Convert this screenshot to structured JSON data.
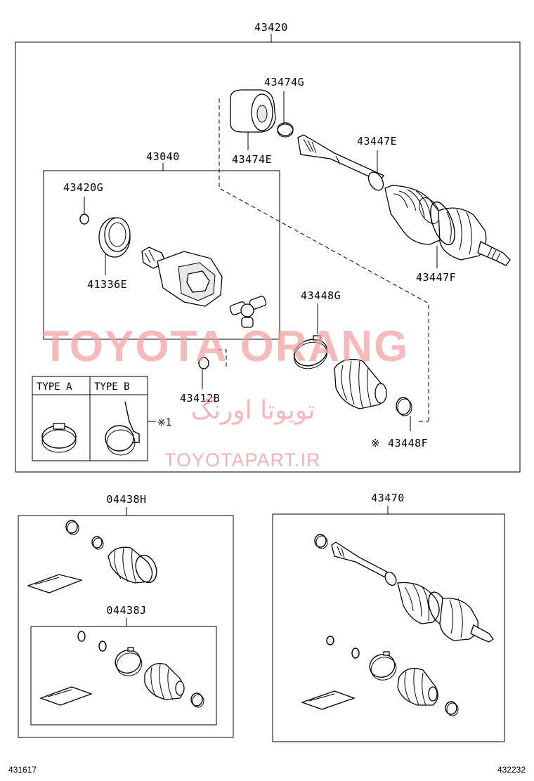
{
  "labels": {
    "assy_43420": "43420",
    "l_43474G": "43474G",
    "l_43474E": "43474E",
    "l_43447E": "43447E",
    "l_43447F": "43447F",
    "l_43040": "43040",
    "l_43420G": "43420G",
    "l_41336E": "41336E",
    "l_43448G": "43448G",
    "l_43412B": "43412B",
    "l_43448F": "43448F",
    "mark_1": "※1",
    "mark_43448F": "※",
    "type_a": "TYPE A",
    "type_b": "TYPE B",
    "kit_04438H": "04438H",
    "kit_04438J": "04438J",
    "assy_43470": "43470"
  },
  "footer": {
    "left_code": "431617",
    "right_code": "432232"
  },
  "watermark": {
    "brand": "TOYOTA ORANG",
    "persian": "تویوتا اورنگ",
    "site": "TOYOTAPART.IR",
    "color": "#f2a0a0"
  },
  "icons": [
    "drive-shaft-icon",
    "boot-icon",
    "clamp-icon",
    "joint-icon",
    "grease-pack-icon",
    "damper-icon",
    "snap-ring-icon",
    "tripod-icon"
  ]
}
